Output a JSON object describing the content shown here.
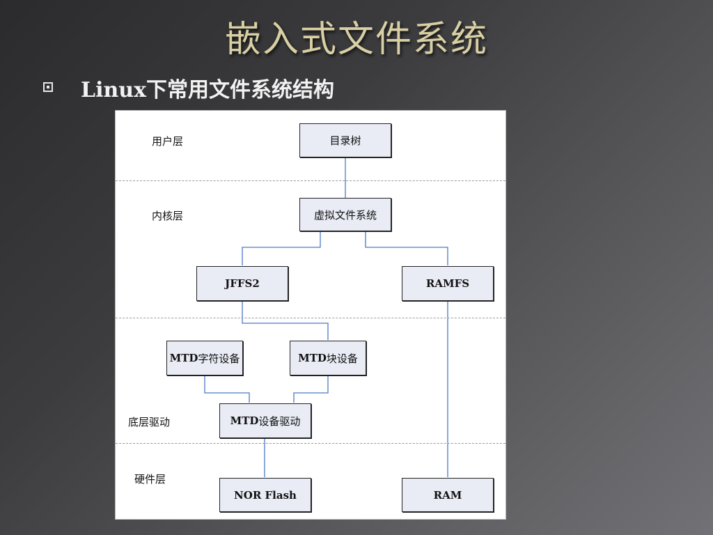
{
  "slide": {
    "title": "嵌入式文件系统",
    "bullet": "Linux下常用文件系统结构"
  },
  "diagram": {
    "layers": {
      "user": "用户层",
      "kernel": "内核层",
      "driver": "底层驱动",
      "hardware": "硬件层"
    },
    "nodes": {
      "dir_tree": "目录树",
      "vfs": "虚拟文件系统",
      "jffs2": "JFFS2",
      "ramfs": "RAMFS",
      "mtd_char_prefix": "MTD",
      "mtd_char_suffix": "字符设备",
      "mtd_block_prefix": "MTD",
      "mtd_block_suffix": "块设备",
      "mtd_driver_prefix": "MTD",
      "mtd_driver_suffix": "设备驱动",
      "nor_flash": "NOR Flash",
      "ram": "RAM"
    },
    "line_color": "#4a78c8"
  }
}
